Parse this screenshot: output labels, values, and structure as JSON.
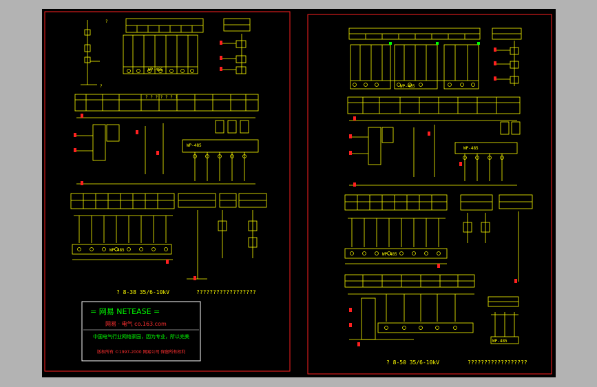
{
  "colors": {
    "line": "#ffff00",
    "frame": "#ff2020",
    "background": "#000000",
    "outer": "#b3b3b3",
    "logo_green": "#00ff00",
    "logo_red": "#ff3030"
  },
  "left_sheet": {
    "caption_fig": "? 8-38  35/6-10kV",
    "caption_desc": "??????????????????",
    "labels": {
      "top_q": "?",
      "mid_header": "?  ?  ?  ?  ?  ?  ?",
      "wp485_a": "WP-485",
      "wp485_b": "WP-485",
      "wp485_c": "WP-485",
      "bottom_right_q": "?"
    }
  },
  "right_sheet": {
    "caption_fig": "? 8-50  35/6-10kV",
    "caption_desc": "??????????????????",
    "labels": {
      "wp485_a": "WP-485",
      "wp485_b": "WP-485",
      "wp485_c": "WP-485",
      "wp485_d": "WP-485"
    }
  },
  "logo": {
    "line1": "= 网易  NETEASE =",
    "line2": "网易 · 电气   co.163.com",
    "line3": "中国电气行业网络家园，因为专业，所以完美",
    "line4": "版权所有 ©1997-2000 网易公司 保留所有权利"
  }
}
